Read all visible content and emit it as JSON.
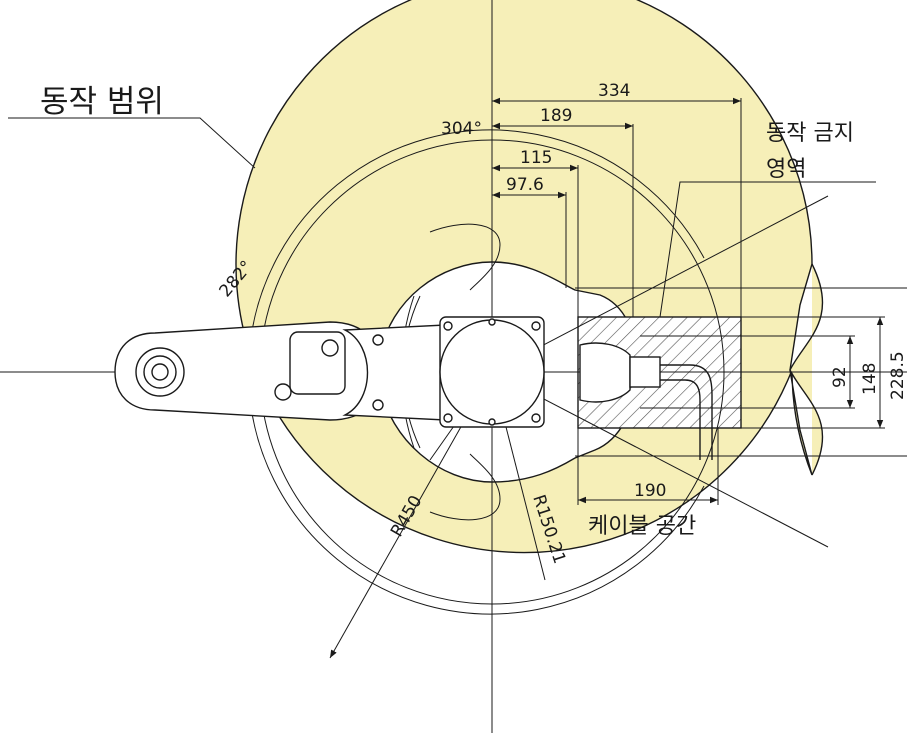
{
  "diagram": {
    "labels": {
      "motion_range": "동작 범위",
      "forbidden_line1": "동작 금지",
      "forbidden_line2": "영역",
      "cable_space": "케이블 공간"
    },
    "dimensions": {
      "d334": "334",
      "d189": "189",
      "d115": "115",
      "d97_6": "97.6",
      "d92": "92",
      "d148": "148",
      "d228_5": "228.5",
      "d190": "190",
      "r450": "R450",
      "r150": "R150.21"
    },
    "angles": {
      "a304": "304°",
      "a282": "282°"
    },
    "colors": {
      "work_area": "#f6efb8",
      "line": "#1a1a1a",
      "robot_fill": "#ffffff"
    }
  }
}
